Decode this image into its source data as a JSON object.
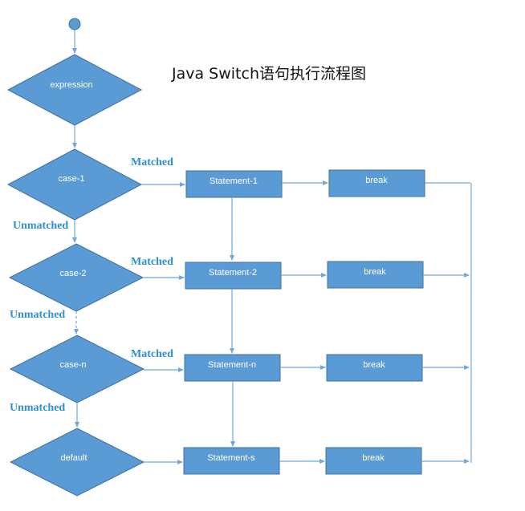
{
  "title": "Java Switch语句执行流程图",
  "nodes": {
    "expression": "expression",
    "case1": "case-1",
    "case2": "case-2",
    "casen": "case-n",
    "default": "default",
    "stmt1": "Statement-1",
    "stmt2": "Statement-2",
    "stmtn": "Statement-n",
    "stmts": "Statement-s",
    "break": "break"
  },
  "edge_labels": {
    "matched": "Matched",
    "unmatched": "Unmatched"
  },
  "colors": {
    "shape_fill": "#5b9bd5",
    "shape_stroke": "#41719c",
    "connector": "#6fa8dc",
    "edge_label": "#2e8fd1"
  }
}
